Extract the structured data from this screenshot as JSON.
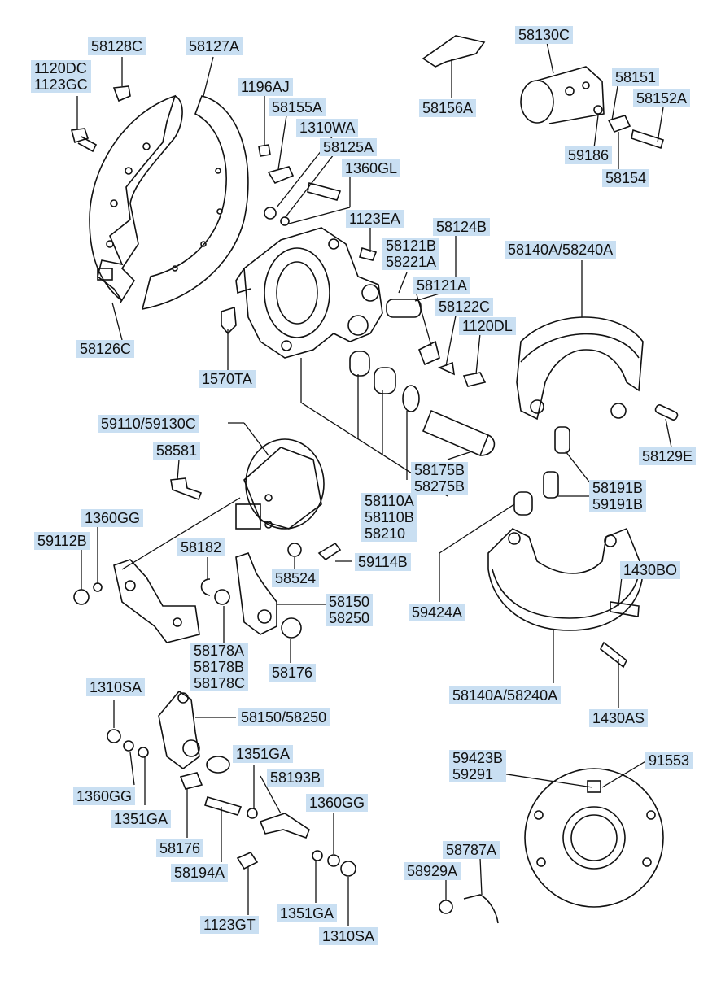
{
  "labels": {
    "p58128C": "58128C",
    "p58127A": "58127A",
    "p1120DC": "1120DC",
    "p1123GC": "1123GC",
    "p1196AJ": "1196AJ",
    "p58155A": "58155A",
    "p1310WA": "1310WA",
    "p58125A": "58125A",
    "p1360GL": "1360GL",
    "p58156A": "58156A",
    "p58130C": "58130C",
    "p58151": "58151",
    "p58152A": "58152A",
    "p59186": "59186",
    "p58154": "58154",
    "p1123EA": "1123EA",
    "p58124B": "58124B",
    "p58121B": "58121B",
    "p58221A": "58221A",
    "p58140A_58240A_top": "58140A/58240A",
    "p58121A": "58121A",
    "p58122C": "58122C",
    "p1120DL": "1120DL",
    "p58126C": "58126C",
    "p1570TA": "1570TA",
    "p59110_59130C": "59110/59130C",
    "p58581": "58581",
    "p58129E": "58129E",
    "p58175B": "58175B",
    "p58275B": "58275B",
    "p58110A": "58110A",
    "p58110B": "58110B",
    "p58210": "58210",
    "p58191B": "58191B",
    "p59191B": "59191B",
    "p1360GG_a": "1360GG",
    "p59112B": "59112B",
    "p58182": "58182",
    "p59114B": "59114B",
    "p58524": "58524",
    "p1430BO": "1430BO",
    "p58150": "58150",
    "p58250": "58250",
    "p59424A": "59424A",
    "p58178A": "58178A",
    "p58178B": "58178B",
    "p58178C": "58178C",
    "p58176_a": "58176",
    "p58140A_58240A_bot": "58140A/58240A",
    "p1310SA_a": "1310SA",
    "p58150_58250": "58150/58250",
    "p1430AS": "1430AS",
    "p1351GA_a": "1351GA",
    "p58193B": "58193B",
    "p1360GG_b": "1360GG",
    "p1351GA_b": "1351GA",
    "p1360GG_c": "1360GG",
    "p58176_b": "58176",
    "p58194A": "58194A",
    "p1123GT": "1123GT",
    "p1351GA_c": "1351GA",
    "p1310SA_b": "1310SA",
    "p59423B": "59423B",
    "p59291": "59291",
    "p91553": "91553",
    "p58787A": "58787A",
    "p58929A": "58929A"
  },
  "colors": {
    "label_bg": "#c9dff2",
    "ink": "#111111"
  }
}
